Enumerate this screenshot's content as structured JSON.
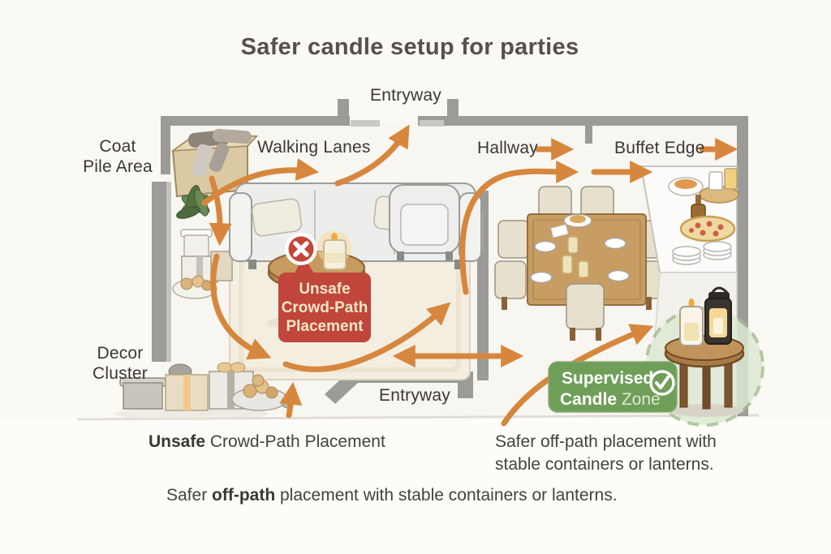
{
  "title": "Safer candle setup for parties",
  "labels": {
    "entryway_top": "Entryway",
    "coat_pile_line1": "Coat",
    "coat_pile_line2": "Pile Area",
    "walking_lanes": "Walking Lanes",
    "hallway": "Hallway",
    "buffet_edge": "Buffet Edge",
    "decor_line1": "Decor",
    "decor_line2": "Cluster",
    "entryway_bottom": "Entryway"
  },
  "badges": {
    "unsafe": {
      "line1": "Unsafe",
      "line2": "Crowd-Path",
      "line3": "Placement",
      "icon": "x-icon",
      "color": "#c0453a"
    },
    "safe": {
      "line1": "Supervised",
      "line2_bold": "Candle",
      "line2_light": "Zone",
      "icon": "check-icon",
      "color": "#6f9e58"
    }
  },
  "captions": {
    "unsafe_bold": "Unsafe",
    "unsafe_rest": " Crowd-Path Placement",
    "safer_line1": "Safer off-path placement with",
    "safer_line2": "stable containers or lanterns.",
    "bottom_pre": "Safer ",
    "bottom_bold": "off-path",
    "bottom_post": " placement with stable containers or lanterns."
  },
  "colors": {
    "arrow": "#d6873d",
    "wall": "#9c9b98",
    "unsafe_red": "#c0453a",
    "safe_green": "#6f9e58",
    "text": "#3b3834"
  }
}
